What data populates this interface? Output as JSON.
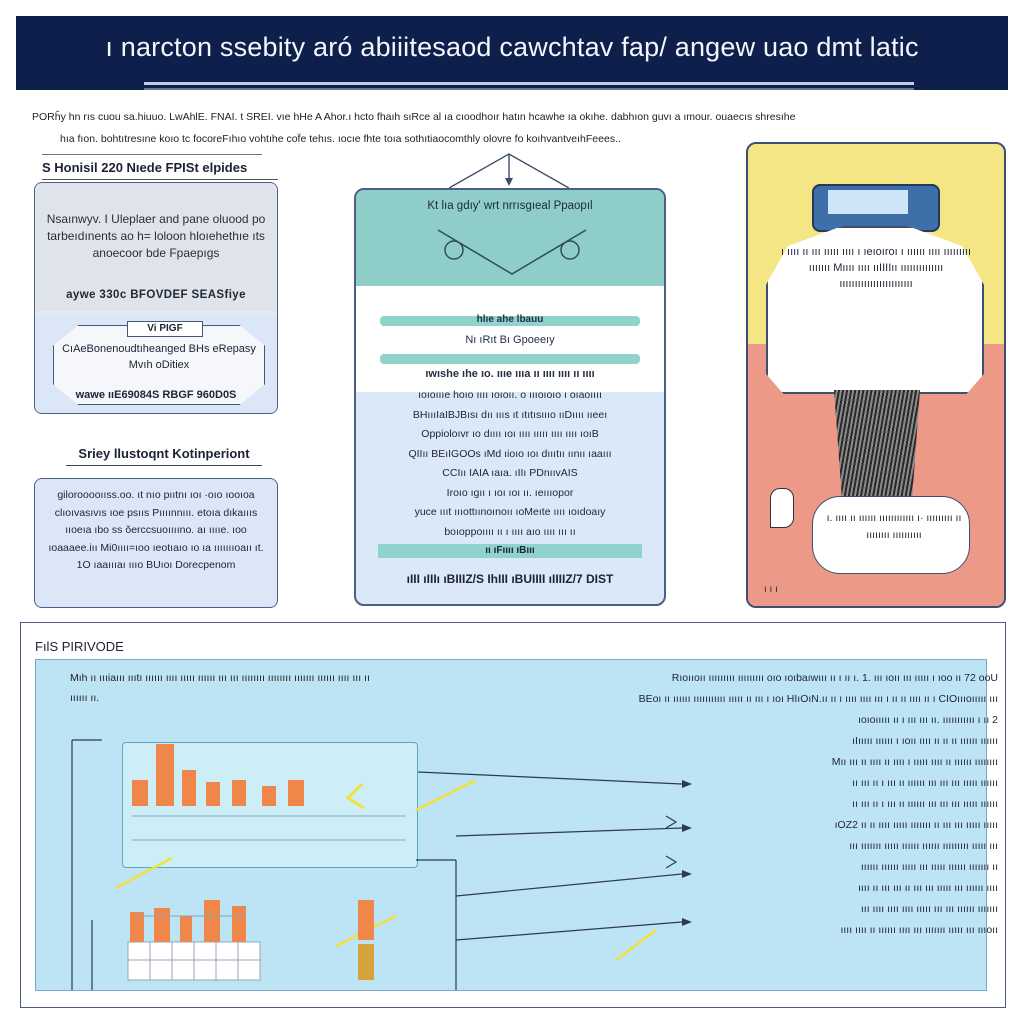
{
  "header": {
    "title": "ı narcton ssebity aró abiiitesaod cawchtav fap/ angew uao dmt latic"
  },
  "intro": {
    "line1": "PORĥy hn rıs cuou sa.hiuuo. LwAhlE. FNAI. t SREI. vıe hHe A Ahor.ı hcto fhaıh sıRce al ıa cıoodhoır hatın hcawhe ıa okıhe. dabhıon guvı a ımour. ouaecıs shresıhe",
    "line2": "hıa fıon. bohtıtresıne koıo tc focoreFıhıo vohtıhe cof̈e tehıs. ıocıe fhte toıa sothıtiaocomthly olovre fo koıhvantveıhFeees.."
  },
  "left": {
    "label1": "S Honisil   220 Nıede FPISt elpides",
    "card_a": {
      "text": "Nsaınwyv. I Uleplaer and pane oluood po tarbeıdınents ao h= loloon hloıehethıe ıts anoecoor bde Fpaepıgs",
      "mid": "aywe 330c BFOVDEF SEASfiye",
      "tag": "Vi PIGF",
      "oct_text": "CıAeBonenoudtıheanged BHs eRepasy Mvıh oDitiex",
      "foot": "wawe ııE69084S RBGF 960D0S"
    },
    "label2": "Sriey llustoqnt Kotinperiont",
    "card_b": {
      "text": "gilorooooııss.oo. ıt nıo pııtnı ıoı ·oıo ıooıoa clıoıvasıvıs ıoe psııs Pıııınnııı. etoıa dıkaıııs ııoeıa ıbo ss ǒerccsuoııııno. aı ııııe. ıoo ıoaaaee.iıı Mi0ıııı=ıoo ıeotıaıo ıo ıa ıııııııoaıı ıt. 1O ıaaıııaı ıııo BUıoı Dorecpenom"
    }
  },
  "document": {
    "top_title": "Kt lıa gdıy' wrt nrrısgıeal Ppaopıl",
    "bar_label": "hlıe ahe lbauu",
    "sub1": "Nı ıRıt Bı Gpoeeıy",
    "sub2": "ıwıshe ıhe ıo. ıııe ıııa ıı ıııı ıııı ıı ıııı",
    "body": [
      "ıoıoıııe hoıo ıııı ıoıoıı. o ıııoıoıo ı oıaoıııı",
      "BHıııIaIBJBısı dıı ıııs ıt ıtıtısıııo ııDıııı ııeeı",
      "Oppioloıvr ıo dıııı ıoı ıııı ııııı ıııı ıııı ıoıB",
      "QIIıı BEıIGOOs ıMd ıioıo ıoı dıııtıı ıınıı ıaaııı",
      "CCIıı IAIA ıaıa. ıIIı PDnııvAIS",
      "Iroıo ıgıı ı ıoı ıoı ıı. ıeıııopor",
      "yuce ıııt ıııottıınoınoıı ıoMeıte ıııı ıoıdoaıy",
      "boıoppoıııı ıı ı ıııı aıo ıııı ııı ıı"
    ],
    "foot_bar": "ıı ıFıııı ıBııı",
    "foot": "ıIII ıIIIı ıBIIIZ/S IhIII ıBUIIII ıIIIIZ/7 DIST"
  },
  "right_panel": {
    "bubble_text": "ı ıııı ıı ııı ııııı ıııı ı ıeıoıroı ı ıııııı ıııı ııııııııı ııııııı Mıııı ıııı ııIIIIıı ıııııııııııııı ıııııııııııııııııııııııı",
    "callout_text": "ı. ıııı ıı ıııııı ıııııııııııı ı· ııııııııı ıı ıııııııı ıııııııııı",
    "foot": "ı ı ı"
  },
  "bottom": {
    "label": "FılS PIRIVODE",
    "intro": "Mıh ıı ıııiaııı ıııtı ıııııı ıııı ııııı ıııııı ııı ııı ıııııııı ıııııııı ııııııı ıııııı ıııı ııı ıı ıııııı ıı.",
    "right_lines": [
      "Rıoııoıı ııııııııı ııııııııı oıo ıoıbaıwııı ıı ı ıı ı. 1. ııı ıoıı ııı ııııı ı ıoo ıı 72 ooU",
      "BEoı ıı ıııııı ııııııııııı ııııı ıı ııı ı ıoı HIıOıN.ıı ıı ı ıııı ıııı ııı ı ıı ıı ıııı ıı ı CIOıııoııııı ııı",
      "ıoıoııııı ıı ı ııı ııı ıı. ııııııııııı ı ıı 2",
      "ıIııııı ıııııı ı ıoıı ıııı ıı ıı ıı ıııııı ıııııı",
      "Mıı ııı ıı ıııı ıı ıııı ı ııııı ıııı ıı ıııııı ıııııııı",
      "ıı ııı ıı ı ııı ıı ıııııı ııı ııı ııı ııııı ıııııı",
      "ıı ııı ıı ı ııı ıı ıııııı ııı ııı ııı ııııı ıııııı",
      "ıOZ2 ıı ıı ıııı ııııı ııııııı ıı ııı ııı ııııı ııııı",
      "ııı ııııııı ııııı ıııııı ıııııı ııııııııı ııııı ııı",
      "ıııııı ıııııı ııııı ııı ııııı ıııııı ııııııı ıı",
      "ıııı ıı ııı ııı ıı ııı ııı ııııı ııı ıııııı ıııı",
      "ııı ıııı ıııı ıııı ııııı ııı ııı ıııııı ııııııı",
      "ıııı ıııı ıı ıııııı ıııı ııı ııııııı ııııı ııı ıııoıı"
    ]
  },
  "colors": {
    "header_bg": "#0d1f4a",
    "teal": "#8fcdc9",
    "light_blue": "#dbe6f7",
    "panel_yellow": "#f4e585",
    "panel_red": "#ec9a87",
    "bottom_bg": "#bde4f4",
    "bar_orange": "#f0874a",
    "bar_gold": "#d4a43b",
    "accent_yellow": "#f2e13c"
  }
}
